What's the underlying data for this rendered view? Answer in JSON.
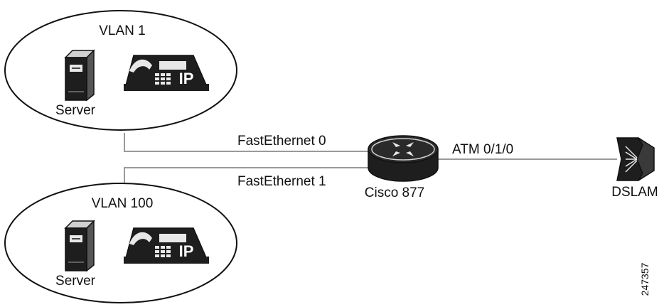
{
  "vlans": [
    {
      "title": "VLAN 1",
      "server_label": "Server",
      "phone_badge": "IP"
    },
    {
      "title": "VLAN 100",
      "server_label": "Server",
      "phone_badge": "IP"
    }
  ],
  "links": {
    "fe0": "FastEthernet 0",
    "fe1": "FastEthernet 1",
    "atm": "ATM 0/1/0"
  },
  "router": {
    "label": "Cisco 877"
  },
  "dslam": {
    "label": "DSLAM"
  },
  "figure_id": "247357",
  "colors": {
    "line": "#9a9a9a",
    "outline": "#111111",
    "device_fill": "#1e1e1e",
    "device_light": "#e8e8e8"
  }
}
